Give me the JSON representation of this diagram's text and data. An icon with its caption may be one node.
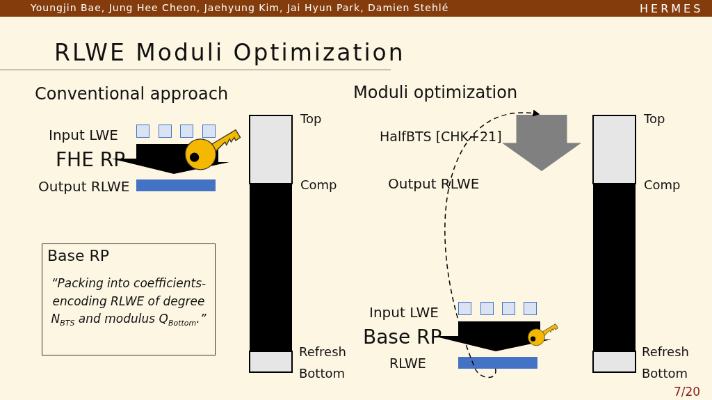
{
  "diagram": {
    "title": "RLWE Moduli Optimization",
    "nodes": [
      {
        "text": [
          "Base RP",
          "“Packing into *coefficients-encoding* RLWE of degree N$_{BTS}$ and modulus *Q*$_{Bottom}$.”"
        ]
      },
      {
        "text": [],
        "shape": "arrow",
        "beside": [
          "HalfBTS [CHK+21]"
        ]
      },
      {
        "text": [],
        "shape": "bar",
        "beside": [
          "RLWE"
        ]
      }
    ],
    "edges": [
      {
        "from": 2,
        "to": 1,
        "arrow": "to",
        "style": "dashed"
      }
    ],
    "labels": [
      "Youngjin Bae, Jung Hee Cheon, Jaehyung Kim, Jai Hyun Park, Damien Stehlé",
      "HERMES",
      "Conventional approach",
      "Moduli optimization",
      "Top",
      "Top",
      "Input LWE",
      "FHE RP",
      "Output RLWE",
      "Comp",
      "Output RLWE",
      "Comp",
      "Input LWE",
      "Base RP",
      "Refresh",
      "Refresh",
      "Bottom",
      "Bottom",
      "7/20"
    ]
  }
}
